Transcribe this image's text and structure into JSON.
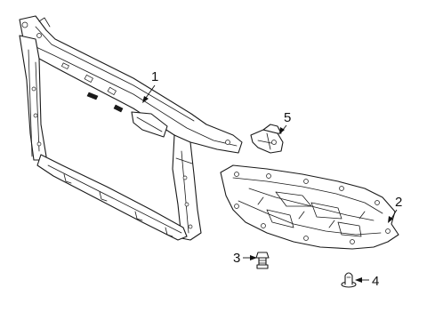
{
  "callouts": {
    "radiator_support": "1",
    "undercover": "2",
    "bolt": "3",
    "clip": "4",
    "bracket": "5"
  }
}
